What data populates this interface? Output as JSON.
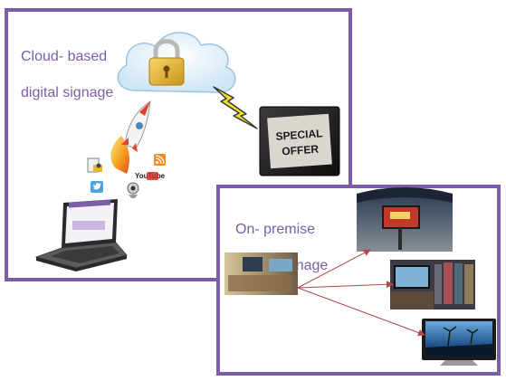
{
  "cloud_section": {
    "title_line1": "Cloud- based",
    "title_line2": "digital signage",
    "sign_text_line1": "SPECIAL",
    "sign_text_line2": "OFFER",
    "social_icons": [
      "document-share-icon",
      "rss-icon",
      "twitter-icon",
      "youtube-icon",
      "webcam-icon"
    ],
    "youtube_label": "YouTube"
  },
  "onpremise_section": {
    "title_line1": "On- premise",
    "title_line2": "digital signage"
  },
  "colors": {
    "frame": "#7b5ea7",
    "arrow": "#b34a4a",
    "lock": "#e4b72c",
    "rocket": "#e0402f",
    "lightning": "#f2dc2e"
  }
}
